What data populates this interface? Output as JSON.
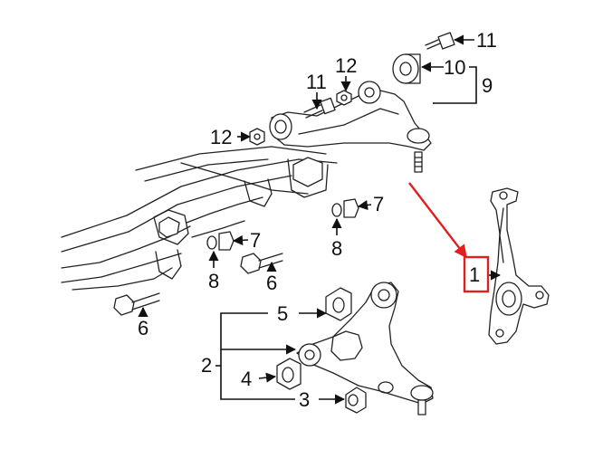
{
  "diagram": {
    "callouts": {
      "c1": "1",
      "c2": "2",
      "c3": "3",
      "c4": "4",
      "c5": "5",
      "c6a": "6",
      "c6b": "6",
      "c7a": "7",
      "c7b": "7",
      "c8a": "8",
      "c8b": "8",
      "c9": "9",
      "c10": "10",
      "c11a": "11",
      "c11b": "11",
      "c12a": "12",
      "c12b": "12"
    },
    "colors": {
      "line": "#222222",
      "highlight": "#e02020",
      "background": "#ffffff"
    }
  }
}
